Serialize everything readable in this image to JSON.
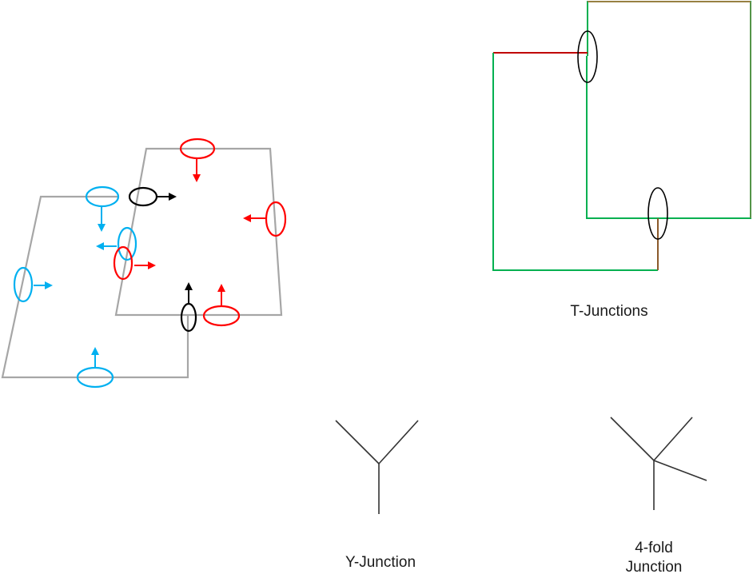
{
  "labels": {
    "t_junctions": "T-Junctions",
    "y_junction": "Y-Junction",
    "fourfold_line1": "4-fold",
    "fourfold_line2": "Junction"
  },
  "colors": {
    "outline_gray": "#a6a6a6",
    "blue": "#00b0f0",
    "red": "#ff0000",
    "black": "#000000",
    "green": "#00b050",
    "dark_red": "#c00000",
    "brown": "#8b5a2b",
    "junction_line": "#333333"
  }
}
